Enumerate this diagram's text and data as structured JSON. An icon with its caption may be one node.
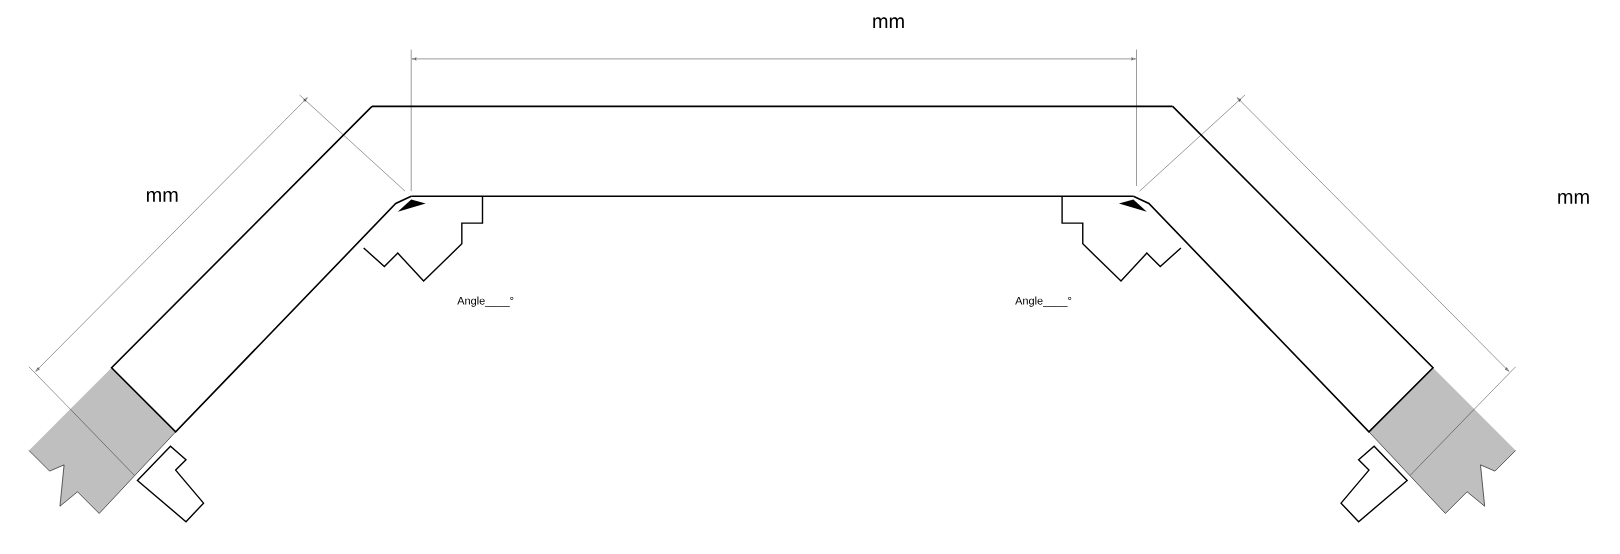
{
  "diagram": {
    "labels": [
      "mm",
      "mm",
      "mm",
      "Angle____°",
      "Angle____°"
    ]
  }
}
